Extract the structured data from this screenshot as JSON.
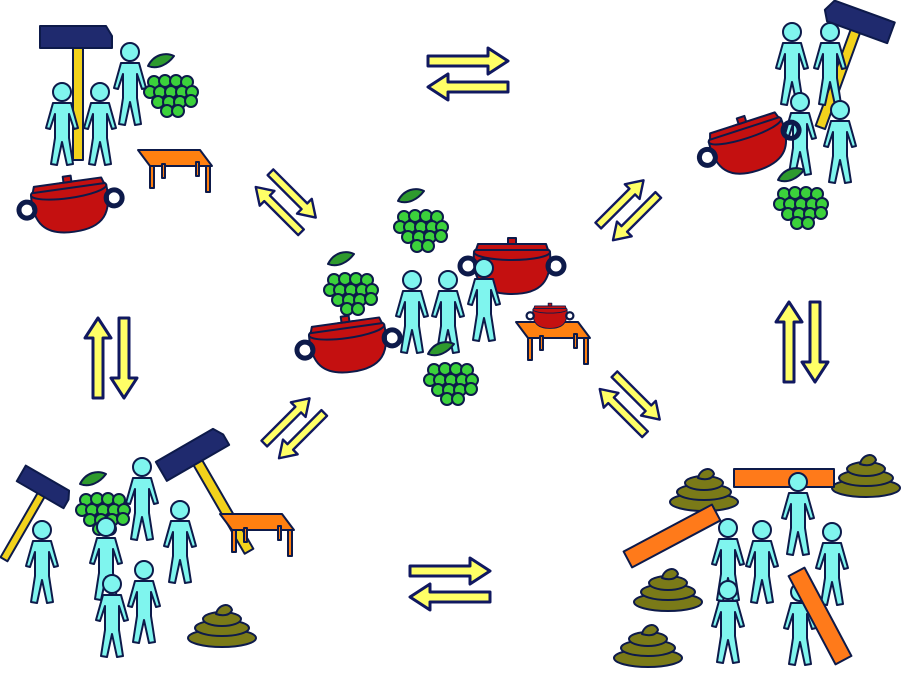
{
  "colors": {
    "person": "#7ff5ee",
    "outline": "#0d1a4a",
    "pot": "#c41010",
    "grapes": "#3bd13b",
    "leaf": "#2e9a2e",
    "table": "#ff8010",
    "hammer_handle": "#f2d21c",
    "hammer_head": "#1f2a6e",
    "dung": "#7a7a18",
    "arrow_fill": "#ffff66",
    "arrow_stroke": "#101860",
    "plank": "#ff7a1a"
  },
  "scenes": [
    {
      "id": "top-left",
      "items": [
        "hammer",
        "people",
        "grapes",
        "table",
        "pot"
      ]
    },
    {
      "id": "top-right",
      "items": [
        "hammer",
        "people",
        "pot",
        "grapes"
      ]
    },
    {
      "id": "center",
      "items": [
        "grapes",
        "pots",
        "people",
        "table"
      ]
    },
    {
      "id": "bottom-left",
      "items": [
        "hammers",
        "grapes",
        "people",
        "table",
        "dung"
      ]
    },
    {
      "id": "bottom-right",
      "items": [
        "planks",
        "dung",
        "people"
      ]
    }
  ],
  "arrows": [
    {
      "id": "top",
      "orientation": "horizontal"
    },
    {
      "id": "bottom",
      "orientation": "horizontal"
    },
    {
      "id": "left",
      "orientation": "vertical"
    },
    {
      "id": "right",
      "orientation": "vertical"
    },
    {
      "id": "center-top-left",
      "orientation": "diagonal-down"
    },
    {
      "id": "center-top-right",
      "orientation": "diagonal-up"
    },
    {
      "id": "center-bottom-left",
      "orientation": "diagonal-up"
    },
    {
      "id": "center-bottom-right",
      "orientation": "diagonal-down"
    }
  ]
}
